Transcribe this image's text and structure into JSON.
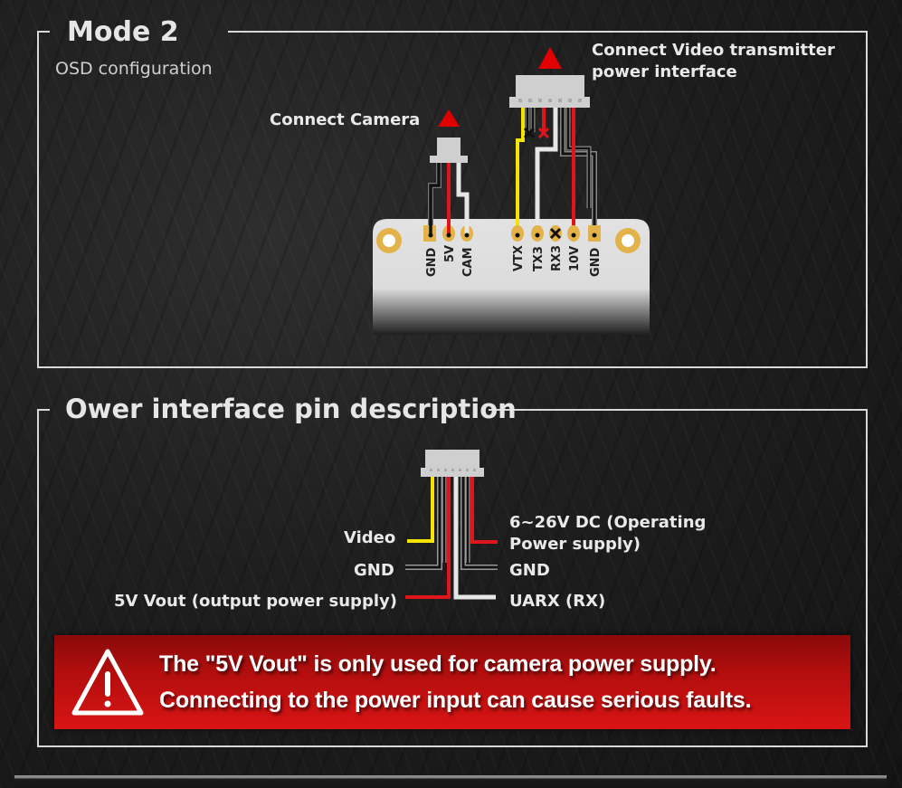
{
  "mode_section": {
    "title": "Mode 2",
    "subtitle": "OSD configuration",
    "camera_label": "Connect Camera",
    "vtx_label_line1": "Connect Video transmitter",
    "vtx_label_line2": "power interface",
    "board_pins_left": [
      "GND",
      "5V",
      "CAM"
    ],
    "board_pins_right": [
      "VTX",
      "TX3",
      "RX3",
      "10V",
      "GND"
    ]
  },
  "pin_section": {
    "title": "Ower interface pin description",
    "left_labels": [
      "Video",
      "GND",
      "5V Vout (output power supply)"
    ],
    "right_labels_line1": "6~26V DC (Operating",
    "right_labels_line2": "Power supply)",
    "right_gnd": "GND",
    "right_rx": "UARX (RX)"
  },
  "warning": {
    "icon": "warning-triangle-icon",
    "line1": "The \"5V Vout\" is only used for camera power supply.",
    "line2": "Connecting to the power input can cause serious faults."
  },
  "colors": {
    "wire_yellow": "#f2e600",
    "wire_red": "#e0151b",
    "wire_white": "#e6e6e6",
    "wire_black": "#111111",
    "pad_gold": "#e3b34a",
    "marker_red": "#e00000",
    "warning_red": "#c41010"
  }
}
